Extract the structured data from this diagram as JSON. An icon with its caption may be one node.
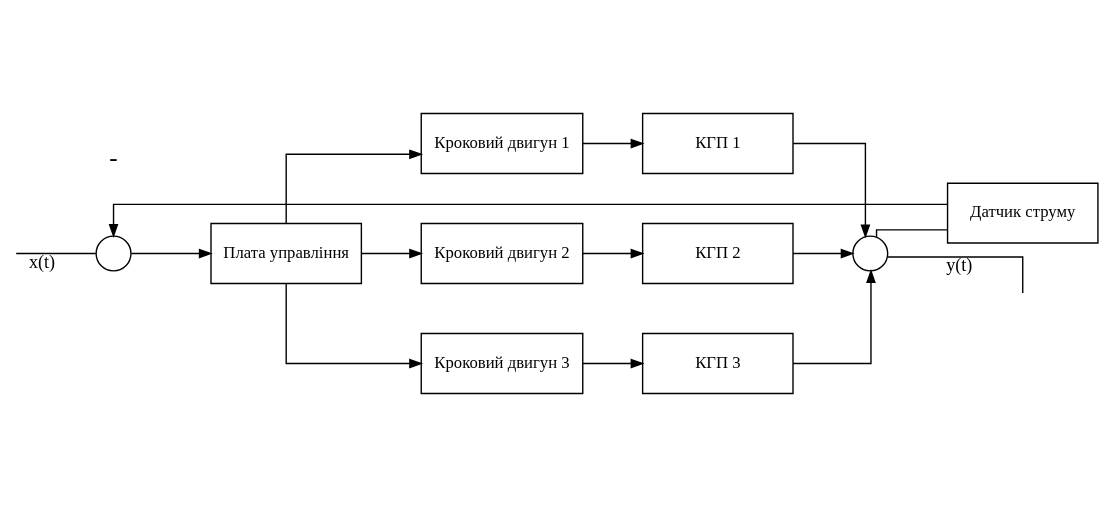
{
  "diagram": {
    "nodes": [
      {
        "text": [],
        "shape": "circle"
      },
      {
        "text": [
          "Плата управління"
        ]
      },
      {
        "text": [
          "Кроковий двигун 1"
        ]
      },
      {
        "text": [
          "Кроковий двигун 2"
        ]
      },
      {
        "text": [
          "Кроковий двигун 3"
        ]
      },
      {
        "text": [
          "КГП 1"
        ]
      },
      {
        "text": [
          "КГП 2"
        ]
      },
      {
        "text": [
          "КГП 3"
        ]
      },
      {
        "text": [],
        "shape": "circle"
      },
      {
        "text": [
          "Датчик струму"
        ]
      }
    ],
    "edges": [
      {
        "from": null,
        "to": 0,
        "arrow": "none",
        "label": "x(t)"
      },
      {
        "from": 0,
        "to": 1,
        "arrow": "to"
      },
      {
        "from": 1,
        "to": 2,
        "arrow": "to"
      },
      {
        "from": 1,
        "to": 3,
        "arrow": "to"
      },
      {
        "from": 1,
        "to": 4,
        "arrow": "to"
      },
      {
        "from": 2,
        "to": 5,
        "arrow": "to"
      },
      {
        "from": 3,
        "to": 6,
        "arrow": "to"
      },
      {
        "from": 4,
        "to": 7,
        "arrow": "to"
      },
      {
        "from": 5,
        "to": 8,
        "arrow": "to"
      },
      {
        "from": 6,
        "to": 8,
        "arrow": "to"
      },
      {
        "from": 7,
        "to": 8,
        "arrow": "to"
      },
      {
        "from": 8,
        "to": null,
        "arrow": "none",
        "label": "y(t)"
      },
      {
        "from": 8,
        "to": 9,
        "arrow": "none"
      },
      {
        "from": 9,
        "to": 0,
        "arrow": "to"
      }
    ],
    "labels": [
      "-"
    ]
  }
}
